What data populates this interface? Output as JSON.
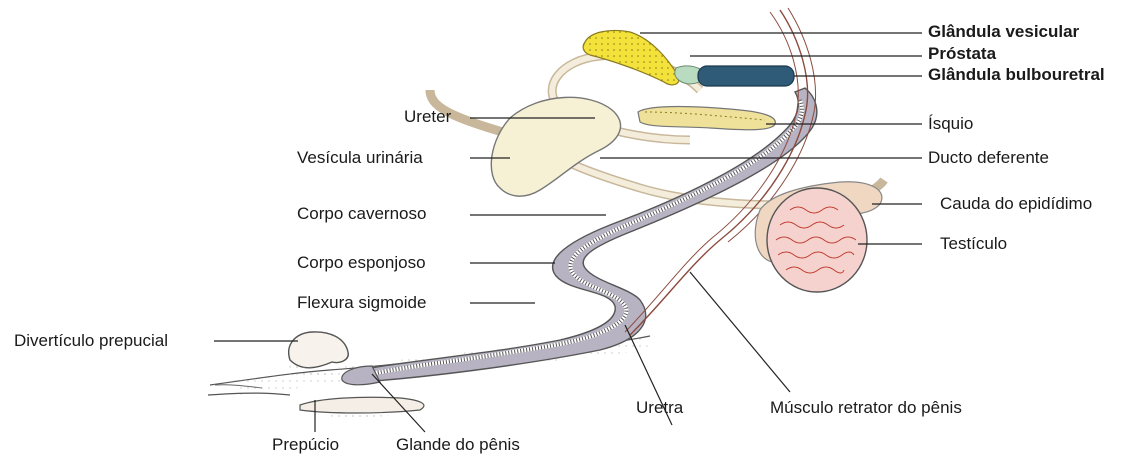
{
  "labels": {
    "glandula_vesicular": "Glândula vesicular",
    "prostata": "Próstata",
    "glandula_bulbouretral": "Glândula bulbouretral",
    "ureter": "Ureter",
    "isquio": "Ísquio",
    "vesicula_urinaria": "Vesícula urinária",
    "ducto_deferente": "Ducto deferente",
    "cauda_epididimo": "Cauda do epidídimo",
    "corpo_cavernoso": "Corpo cavernoso",
    "testiculo": "Testículo",
    "corpo_esponjoso": "Corpo esponjoso",
    "flexura_sigmoide": "Flexura sigmoide",
    "diverticulo_prepucial": "Divertículo prepucial",
    "uretra": "Uretra",
    "musculo_retrator": "Músculo retrator do pênis",
    "prepucio": "Prepúcio",
    "glande": "Glande do pênis"
  },
  "colors": {
    "glandula_vesicular": "#f3e23a",
    "prostata": "#b9dcc0",
    "glandula_bulbouretral": "#2f5b78",
    "vesicula_urinaria": "#f6f1d4",
    "penis": "#b7b3c2",
    "testiculo": "#f6d2cf",
    "epididimo": "#f0d7c2",
    "musculo": "#8c4a3e",
    "isquio": "#efe19a"
  }
}
